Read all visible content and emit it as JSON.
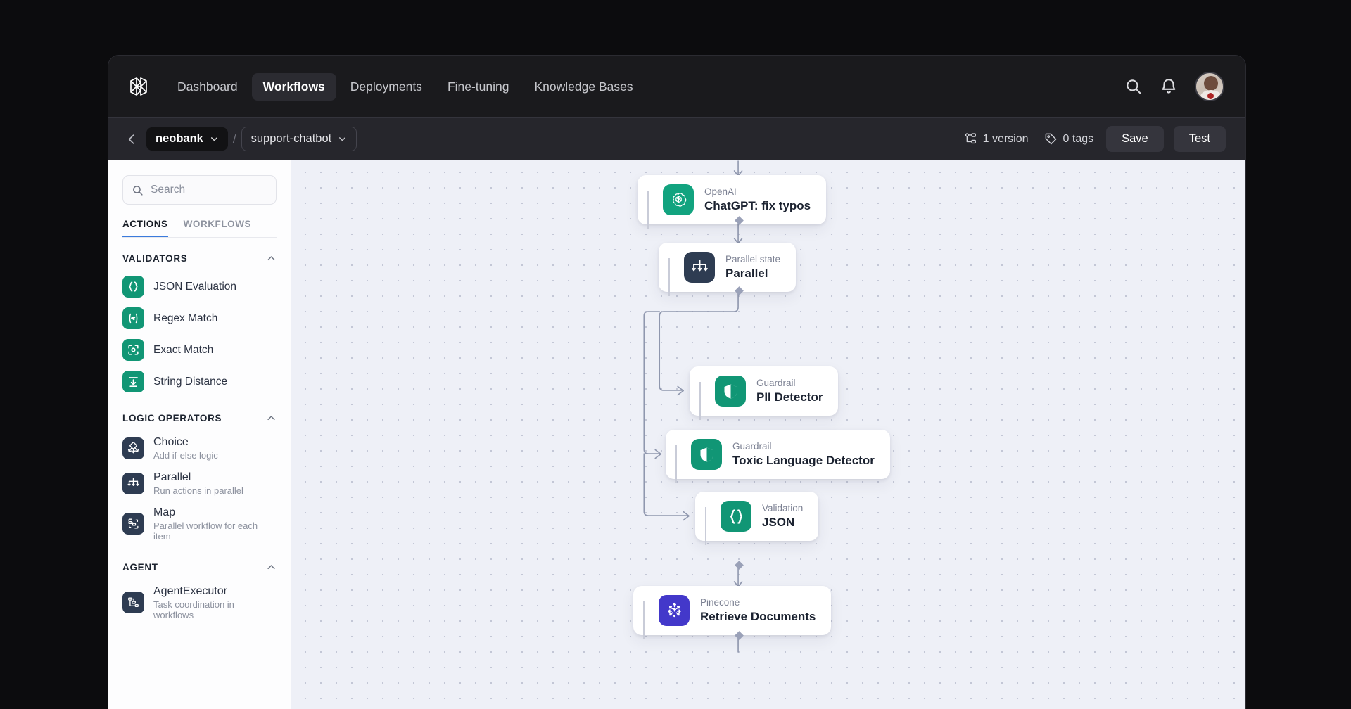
{
  "app": {
    "logo_icon": "geometric-cube-logo"
  },
  "topnav": {
    "items": [
      {
        "label": "Dashboard",
        "active": false
      },
      {
        "label": "Workflows",
        "active": true
      },
      {
        "label": "Deployments",
        "active": false
      },
      {
        "label": "Fine-tuning",
        "active": false
      },
      {
        "label": "Knowledge Bases",
        "active": false
      }
    ],
    "search_icon": "search-icon",
    "notifications_icon": "bell-icon",
    "avatar": "user-avatar"
  },
  "breadcrumb": {
    "back_icon": "chevron-left-icon",
    "workspace": "neobank",
    "separator": "/",
    "project": "support-chatbot",
    "chevron_icon": "chevron-down-icon"
  },
  "toolbar": {
    "version_icon": "version-branch-icon",
    "version_label": "1 version",
    "tags_icon": "tag-icon",
    "tags_label": "0 tags",
    "save_label": "Save",
    "test_label": "Test"
  },
  "sidebar": {
    "search": {
      "icon": "search-icon",
      "placeholder": "Search",
      "value": ""
    },
    "tabs": [
      {
        "label": "ACTIONS",
        "active": true
      },
      {
        "label": "WORKFLOWS",
        "active": false
      }
    ],
    "sections": [
      {
        "title": "VALIDATORS",
        "collapse_icon": "chevron-up-icon",
        "items": [
          {
            "label": "JSON Evaluation",
            "sub": "",
            "icon": "curly-braces-icon",
            "color": "green"
          },
          {
            "label": "Regex Match",
            "sub": "",
            "icon": "regex-icon",
            "color": "green"
          },
          {
            "label": "Exact Match",
            "sub": "",
            "icon": "target-frame-icon",
            "color": "green"
          },
          {
            "label": "String Distance",
            "sub": "",
            "icon": "arrow-to-line-icon",
            "color": "green"
          }
        ]
      },
      {
        "title": "LOGIC OPERATORS",
        "collapse_icon": "chevron-up-icon",
        "items": [
          {
            "label": "Choice",
            "sub": "Add if-else logic",
            "icon": "choice-diamond-icon",
            "color": "navy"
          },
          {
            "label": "Parallel",
            "sub": "Run actions in parallel",
            "icon": "parallel-branch-icon",
            "color": "navy"
          },
          {
            "label": "Map",
            "sub": "Parallel workflow for each item",
            "icon": "map-loop-icon",
            "color": "navy"
          }
        ]
      },
      {
        "title": "AGENT",
        "collapse_icon": "chevron-up-icon",
        "items": [
          {
            "label": "AgentExecutor",
            "sub": "Task coordination in workflows",
            "icon": "agent-nodes-icon",
            "color": "navy"
          }
        ]
      }
    ]
  },
  "canvas": {
    "nodes": [
      {
        "id": "openai",
        "sub": "OpenAI",
        "title": "ChatGPT: fix typos",
        "icon": "openai-logo-icon",
        "color": "openai"
      },
      {
        "id": "parallel",
        "sub": "Parallel state",
        "title": "Parallel",
        "icon": "parallel-branch-icon",
        "color": "navy"
      },
      {
        "id": "pii",
        "sub": "Guardrail",
        "title": "PII Detector",
        "icon": "shield-icon",
        "color": "green"
      },
      {
        "id": "toxic",
        "sub": "Guardrail",
        "title": "Toxic Language Detector",
        "icon": "shield-icon",
        "color": "green"
      },
      {
        "id": "json",
        "sub": "Validation",
        "title": "JSON",
        "icon": "curly-braces-icon",
        "color": "green"
      },
      {
        "id": "pinecone",
        "sub": "Pinecone",
        "title": "Retrieve Documents",
        "icon": "pinecone-logo-icon",
        "color": "indigo"
      }
    ]
  },
  "colors": {
    "green": "#119675",
    "navy": "#2e3c52",
    "indigo": "#4338ca",
    "accent_tab": "#3b7bdd",
    "canvas_bg": "#eef0f7",
    "chrome_bg": "#1a1a1d"
  }
}
